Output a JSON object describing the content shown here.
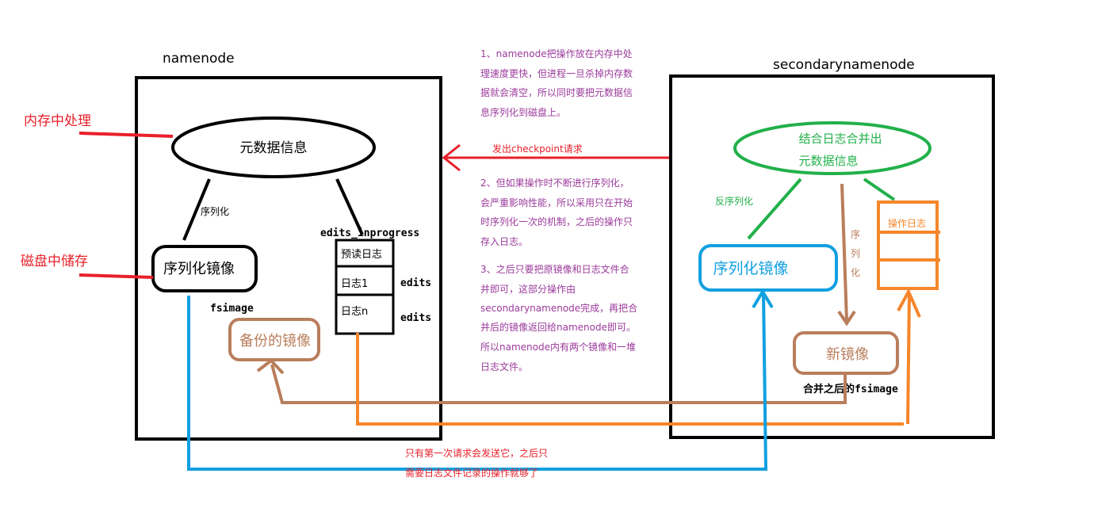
{
  "namenode": {
    "title": "namenode",
    "metadata": "元数据信息",
    "serialize_label": "序列化",
    "fsimage_box": "序列化镜像",
    "fsimage_label": "fsimage",
    "backup_image": "备份的镜像",
    "edits_inprogress": "edits_inprogress",
    "edits_rows": [
      "预读日志",
      "日志1",
      "日志n"
    ],
    "edits_label_1": "edits",
    "edits_label_2": "edits"
  },
  "secondary": {
    "title": "secondarynamenode",
    "merge_line1": "结合日志合并出",
    "merge_line2": "元数据信息",
    "deserialize_label": "反序列化",
    "serialized_image": "序列化镜像",
    "oplog_label": "操作日志",
    "serialize_chars": [
      "序",
      "列",
      "化"
    ],
    "new_image": "新镜像",
    "merged_label": "合并之后的fsimage"
  },
  "left_labels": {
    "memory": "内存中处理",
    "disk": "磁盘中储存"
  },
  "checkpoint_label": "发出checkpoint请求",
  "notes": [
    "1、namenode把操作放在内存中处",
    "理速度更快，但进程一旦杀掉内存数",
    "据就会清空，所以同时要把元数据信",
    "息序列化到磁盘上。",
    "2、但如果操作时不断进行序列化，",
    "会严重影响性能，所以采用只在开始",
    "时序列化一次的机制，之后的操作只",
    "存入日志。",
    "3、之后只要把原镜像和日志文件合",
    "并即可，这部分操作由",
    "secondarynamenode完成，再把合",
    "并后的镜像返回给namenode即可。",
    "所以namenode内有两个镜像和一堆",
    "日志文件。"
  ],
  "bottom_note": [
    "只有第一次请求会发送它，之后只",
    "需要日志文件记录的操作就够了"
  ],
  "colors": {
    "black": "#000000",
    "red": "#e8202a",
    "purple": "#9b3a9b",
    "green": "#22b04b",
    "blue": "#11a0e0",
    "orange": "#f5862a",
    "brown": "#b97e5c"
  }
}
